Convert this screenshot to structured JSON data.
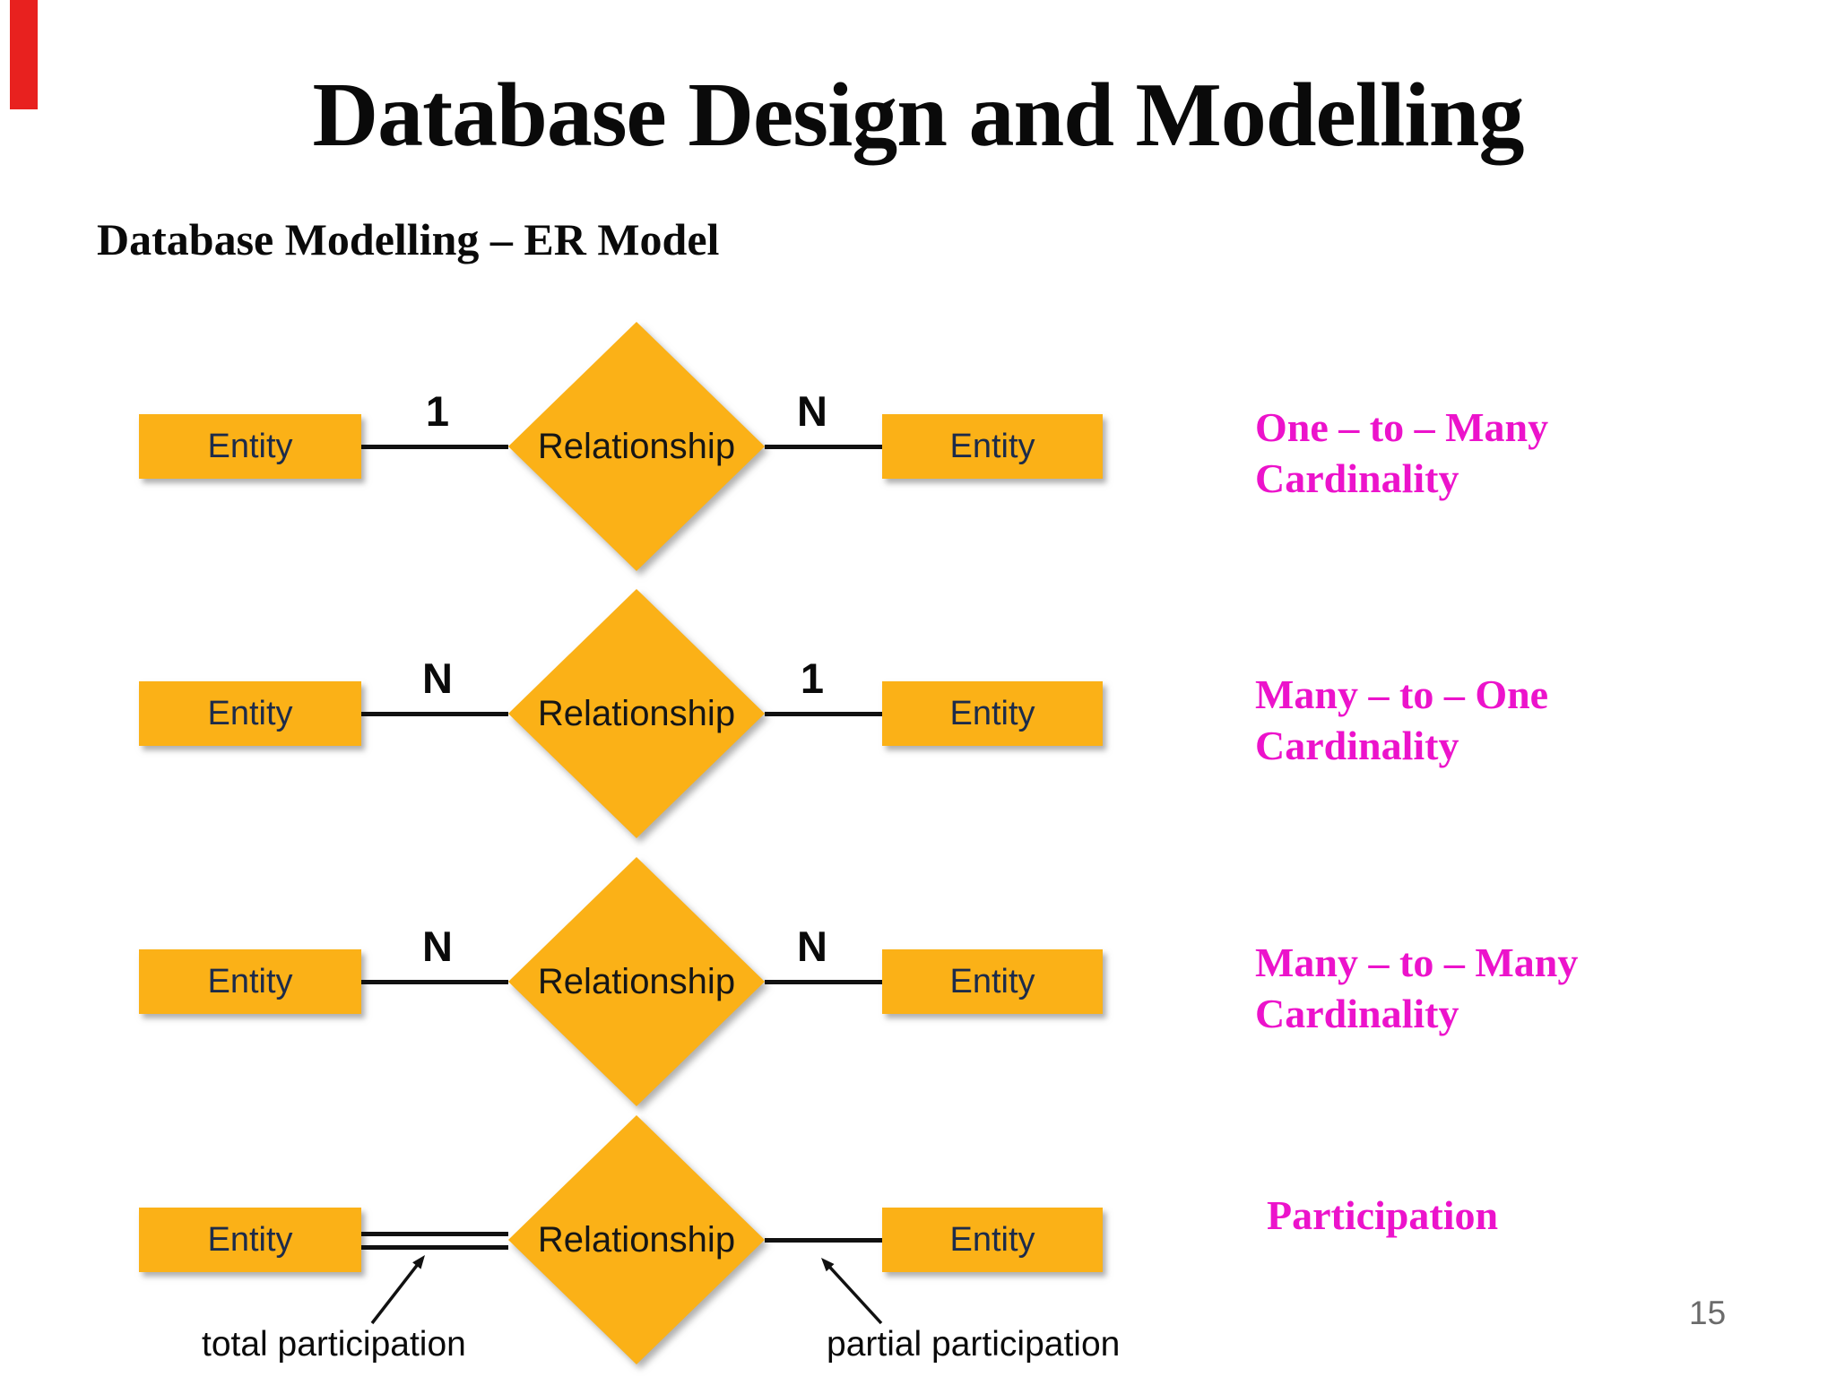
{
  "slide": {
    "title": "Database Design and Modelling",
    "subtitle": "Database Modelling – ER Model",
    "page_number": "15"
  },
  "colors": {
    "shape_fill": "#FBB117",
    "accent_pink": "#EC13CB",
    "red_bar": "#E8211F",
    "entity_text": "#1C2B4A",
    "relationship_text": "#161616",
    "line_black": "#111111",
    "page_gray": "#6B6B6B"
  },
  "diagram": {
    "rows": [
      {
        "left_entity": "Entity",
        "left_cardinality": "1",
        "relationship": "Relationship",
        "right_cardinality": "N",
        "right_entity": "Entity",
        "caption_line1": "One – to – Many",
        "caption_line2": "Cardinality"
      },
      {
        "left_entity": "Entity",
        "left_cardinality": "N",
        "relationship": "Relationship",
        "right_cardinality": "1",
        "right_entity": "Entity",
        "caption_line1": "Many – to – One",
        "caption_line2": "Cardinality"
      },
      {
        "left_entity": "Entity",
        "left_cardinality": "N",
        "relationship": "Relationship",
        "right_cardinality": "N",
        "right_entity": "Entity",
        "caption_line1": "Many – to – Many",
        "caption_line2": "Cardinality"
      },
      {
        "left_entity": "Entity",
        "relationship": "Relationship",
        "right_entity": "Entity",
        "caption_line1": "Participation"
      }
    ],
    "annotations": {
      "total": "total participation",
      "partial": "partial participation"
    }
  }
}
